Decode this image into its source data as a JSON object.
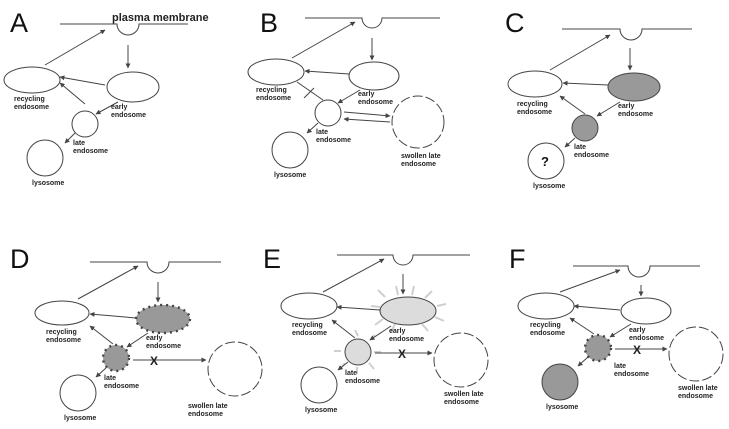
{
  "panels": [
    {
      "letter": "A",
      "plasma_membrane": "plasma membrane",
      "recycling": [
        "recycling",
        "endosome"
      ],
      "early": [
        "early",
        "endosome"
      ],
      "late": [
        "late",
        "endosome"
      ],
      "lysosome": "lysosome"
    },
    {
      "letter": "B",
      "recycling": [
        "recycling",
        "endosome"
      ],
      "early": [
        "early",
        "endosome"
      ],
      "late": [
        "late",
        "endosome"
      ],
      "lysosome": "lysosome",
      "swollen": [
        "swollen late",
        "endosome"
      ]
    },
    {
      "letter": "C",
      "recycling": [
        "recycling",
        "endosome"
      ],
      "early": [
        "early",
        "endosome"
      ],
      "late": [
        "late",
        "endosome"
      ],
      "lysosome": "lysosome",
      "question": "?"
    },
    {
      "letter": "D",
      "recycling": [
        "recycling",
        "endosome"
      ],
      "early": [
        "early",
        "endosome"
      ],
      "late": [
        "late",
        "endosome"
      ],
      "lysosome": "lysosome",
      "swollen": [
        "swollen late",
        "endosome"
      ],
      "block": "X"
    },
    {
      "letter": "E",
      "recycling": [
        "recycling",
        "endosome"
      ],
      "early": [
        "early",
        "endosome"
      ],
      "late": [
        "late",
        "endosome"
      ],
      "lysosome": "lysosome",
      "swollen": [
        "swollen late",
        "endosome"
      ],
      "block": "X"
    },
    {
      "letter": "F",
      "recycling": [
        "recycling",
        "endosome"
      ],
      "early": [
        "early",
        "endosome"
      ],
      "late": [
        "late",
        "endosome"
      ],
      "lysosome": "lysosome",
      "swollen": [
        "swollen late",
        "endosome"
      ],
      "block": "X"
    }
  ]
}
